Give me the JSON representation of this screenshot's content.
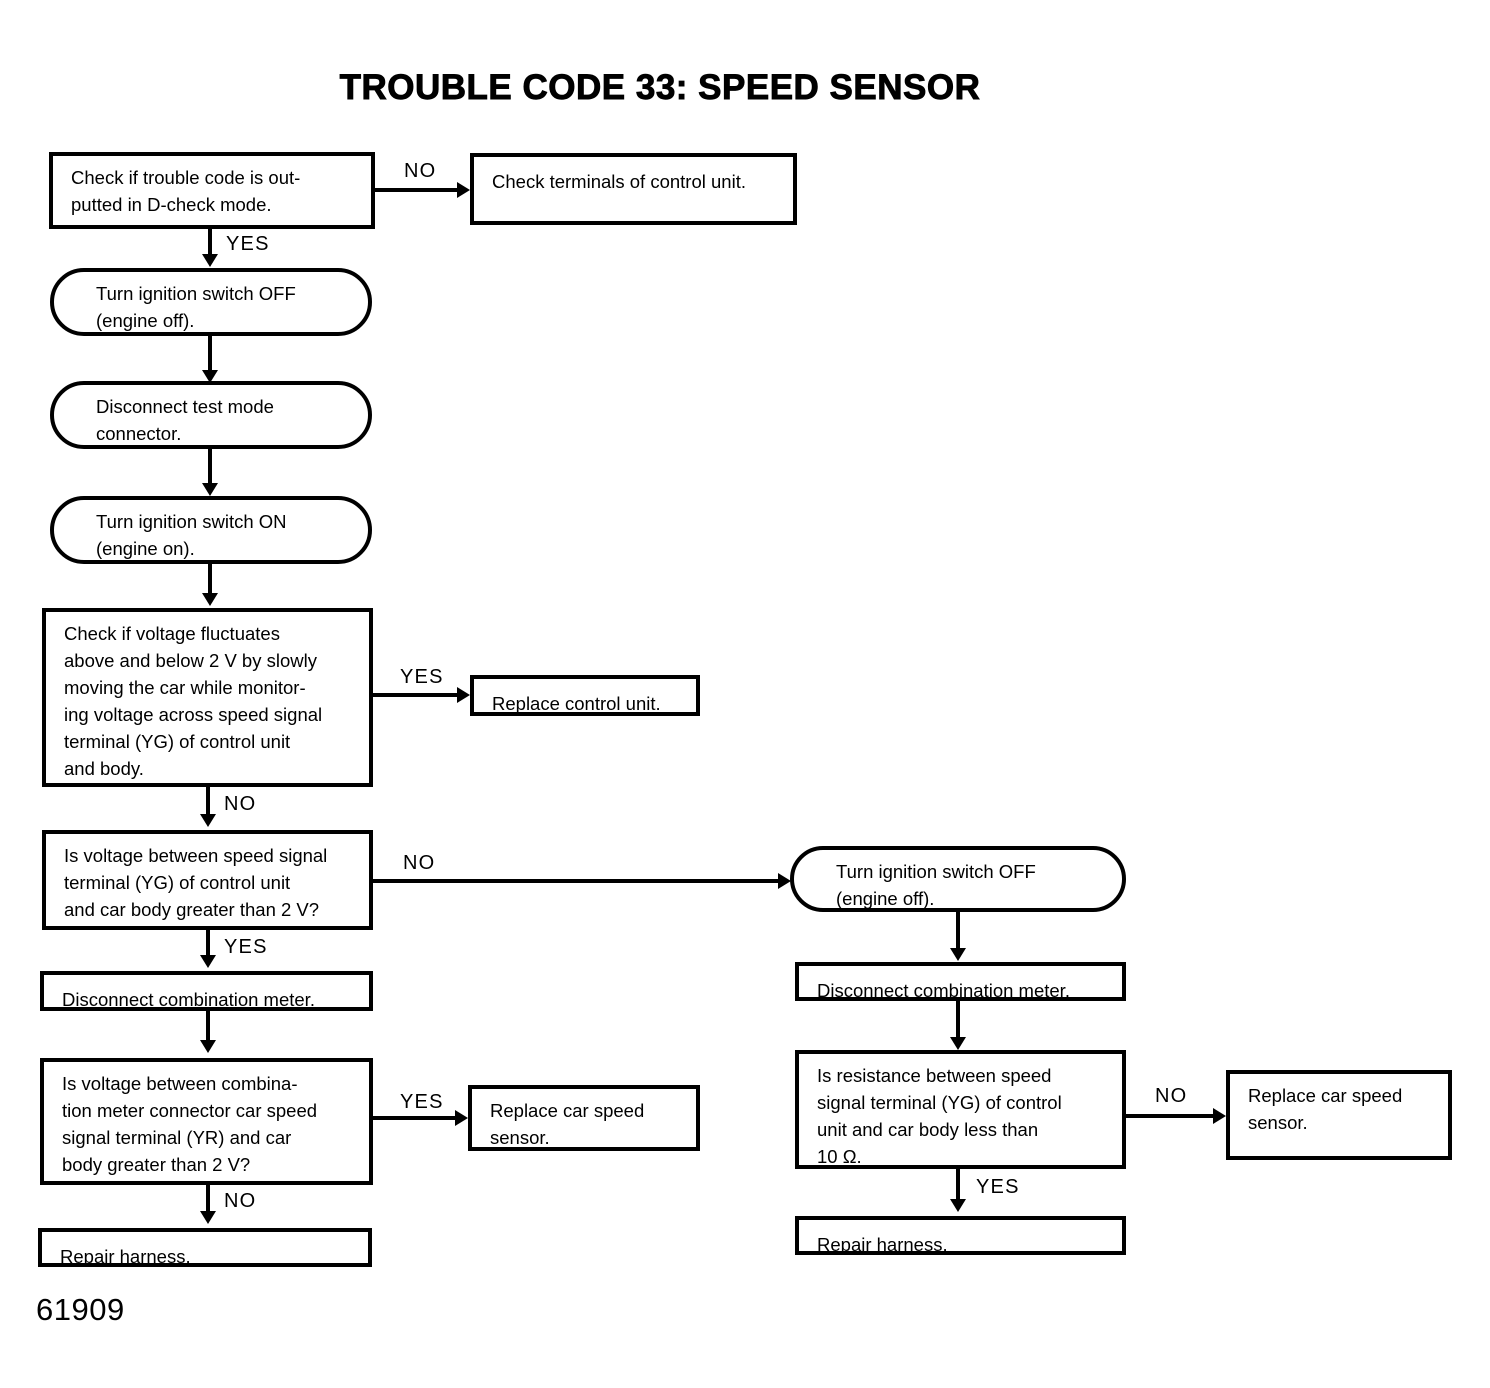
{
  "page": {
    "title": "TROUBLE CODE 33: SPEED SENSOR",
    "figure_number": "61909"
  },
  "nodes": {
    "check_trouble_code": "Check if trouble code is out-\nputted in D-check mode.",
    "check_terminals": "Check terminals of control unit.",
    "ignition_off_1": "Turn ignition switch OFF\n(engine off).",
    "disconnect_test_mode": "Disconnect test mode\nconnector.",
    "ignition_on": "Turn ignition switch ON\n(engine on).",
    "check_voltage_fluct": "Check if voltage fluctuates\nabove and below 2 V by slowly\nmoving the car while monitor-\ning voltage across speed signal\nterminal (YG) of control unit\nand body.",
    "replace_control_unit": "Replace control unit.",
    "is_voltage_yg": "Is voltage between speed signal\nterminal (YG) of control unit\nand car body greater than 2 V?",
    "disconnect_meter_left": "Disconnect combination meter.",
    "is_voltage_yr": "Is voltage between combina-\ntion meter connector car speed\nsignal terminal (YR) and car\nbody greater than 2 V?",
    "replace_sensor_left": "Replace car speed\nsensor.",
    "repair_harness_left": "Repair harness.",
    "ignition_off_2": "Turn ignition switch OFF\n(engine off).",
    "disconnect_meter_right": "Disconnect combination meter.",
    "is_resistance": "Is resistance between speed\nsignal terminal (YG) of control\nunit and car body less than\n10 Ω.",
    "replace_sensor_right": "Replace car speed\nsensor.",
    "repair_harness_right": "Repair harness."
  },
  "edges": {
    "e1_no": "NO",
    "e2_yes": "YES",
    "e3_yes": "YES",
    "e4_no": "NO",
    "e5_no": "NO",
    "e6_yes": "YES",
    "e7_yes": "YES",
    "e8_no": "NO",
    "e9_no": "NO",
    "e10_yes": "YES"
  },
  "colors": {
    "ink": "#000000",
    "paper": "#ffffff"
  }
}
